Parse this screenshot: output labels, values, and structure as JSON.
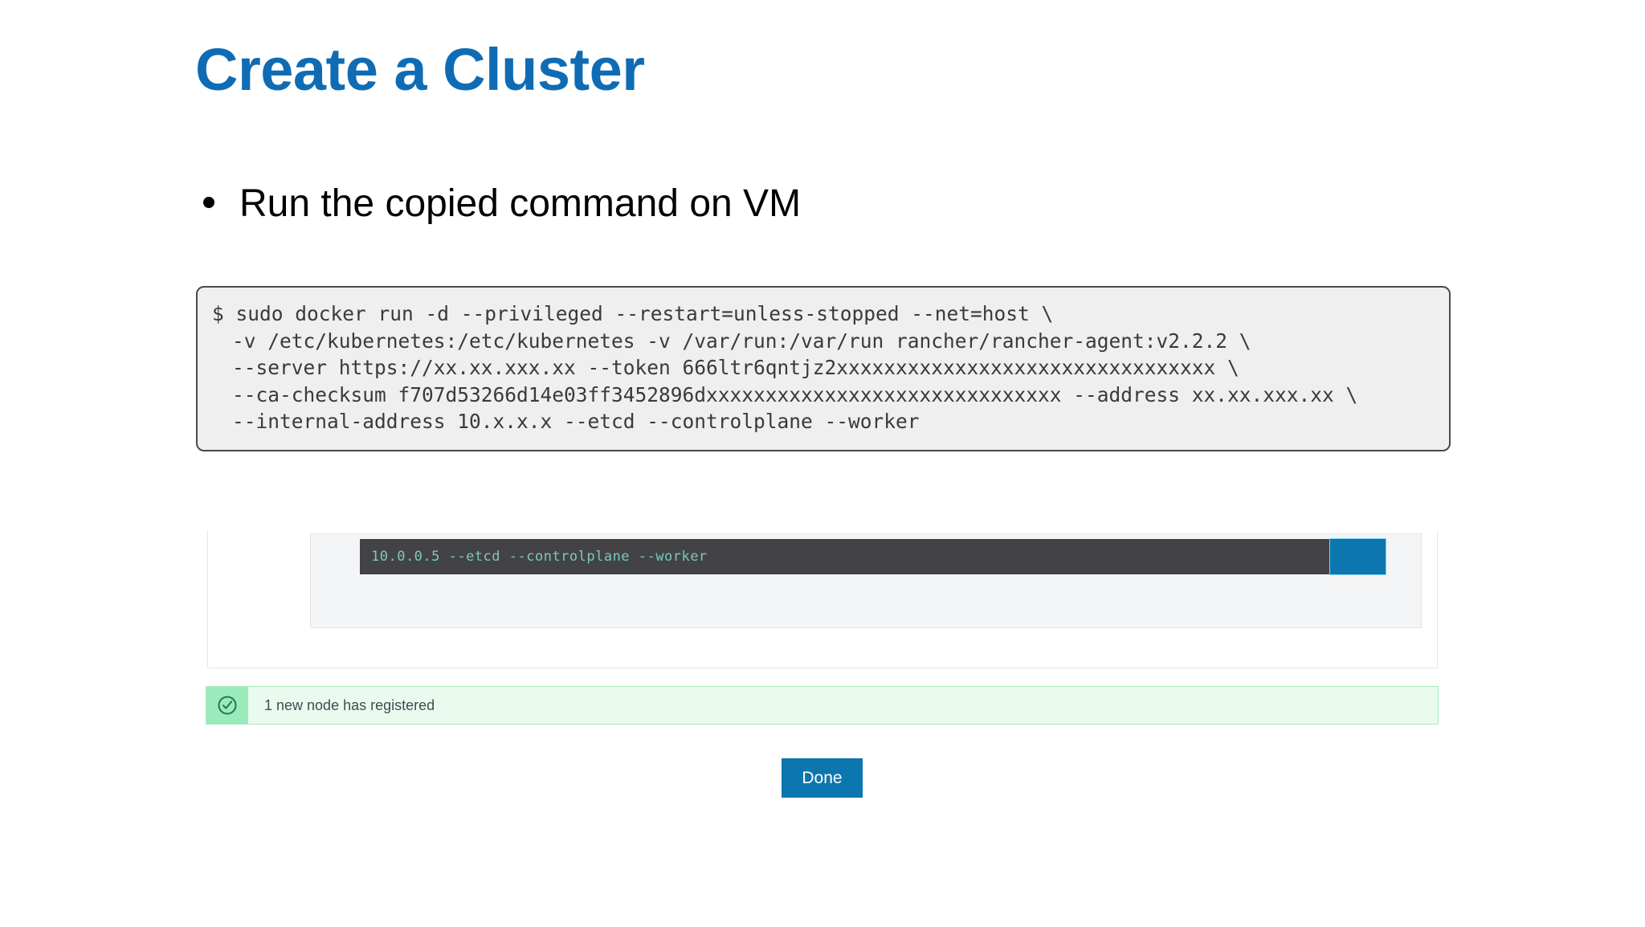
{
  "slide": {
    "title": "Create a Cluster",
    "title_color": "#0f6cb4",
    "background_color": "#ffffff"
  },
  "bullets": [
    {
      "text": "Run the copied command on VM"
    }
  ],
  "code_block": {
    "background_color": "#efefef",
    "border_color": "#4a4a4a",
    "lines": [
      "$ sudo docker run -d --privileged --restart=unless-stopped --net=host \\",
      "-v /etc/kubernetes:/etc/kubernetes -v /var/run:/var/run rancher/rancher-agent:v2.2.2 \\",
      "--server https://xx.xx.xxx.xx --token 666ltr6qntjz2xxxxxxxxxxxxxxxxxxxxxxxxxxxxxxxx \\",
      "--ca-checksum f707d53266d14e03ff3452896dxxxxxxxxxxxxxxxxxxxxxxxxxxxxxx --address xx.xx.xxx.xx \\",
      "--internal-address 10.x.x.x --etcd --controlplane --worker"
    ]
  },
  "screenshot": {
    "terminal": {
      "command_fragment": "10.0.0.5 --etcd --controlplane --worker",
      "text_color": "#79c9bb",
      "background_color": "#434346"
    },
    "copy_button": {
      "label": "",
      "color": "#0c76ae"
    },
    "notification": {
      "message": "1 new node has registered",
      "icon": "check-circle-icon",
      "icon_color": "#1f7a46",
      "background_color": "#e9fbef",
      "accent_color": "#9aeabc"
    },
    "done_button": {
      "label": "Done",
      "color": "#0c76ae"
    }
  }
}
